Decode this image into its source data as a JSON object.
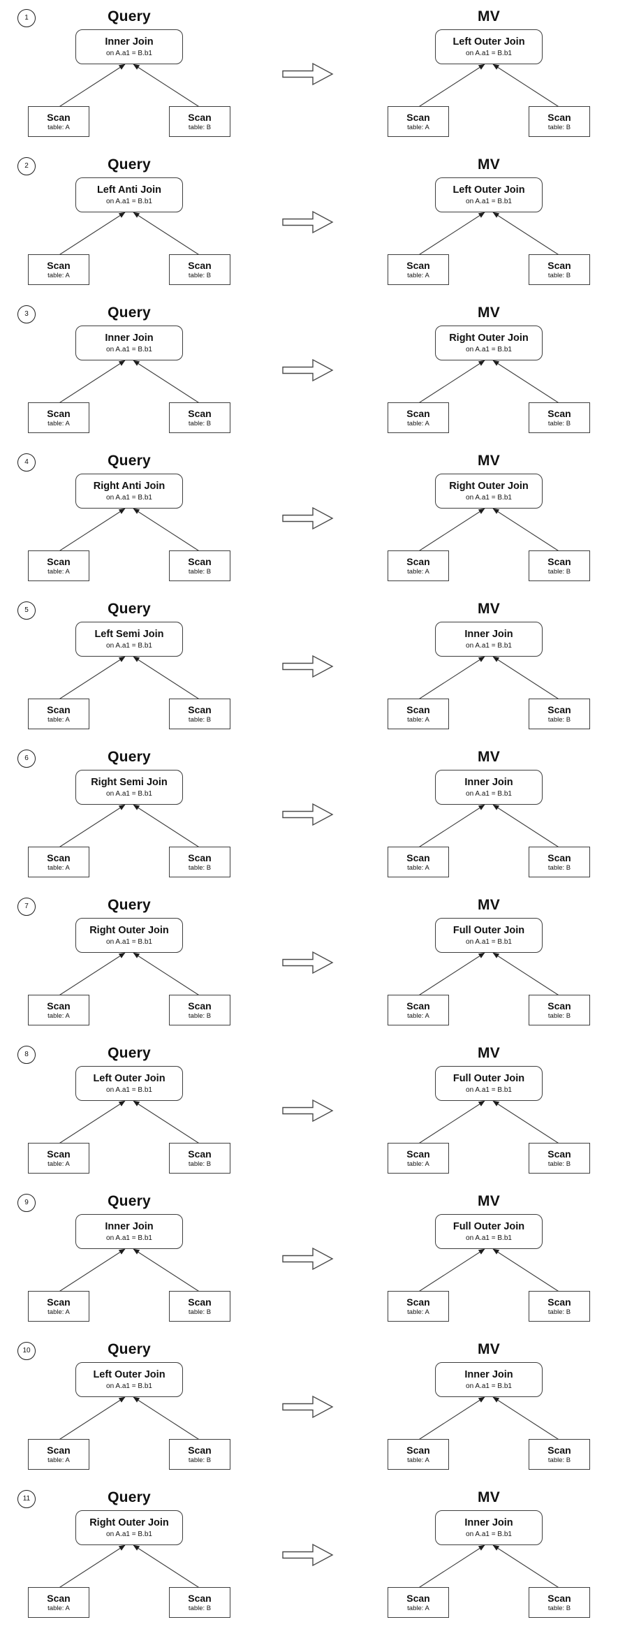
{
  "labels": {
    "query_title": "Query",
    "mv_title": "MV",
    "join_condition": "on A.a1 = B.b1",
    "scan": "Scan",
    "table_a": "table: A",
    "table_b": "table: B"
  },
  "colors": {
    "background": "#ffffff",
    "node_border": "#3d3d3d",
    "text": "#111111"
  },
  "rows": [
    {
      "num": "1",
      "query_join": "Inner Join",
      "mv_join": "Left Outer Join"
    },
    {
      "num": "2",
      "query_join": "Left Anti Join",
      "mv_join": "Left Outer Join"
    },
    {
      "num": "3",
      "query_join": "Inner Join",
      "mv_join": "Right Outer Join"
    },
    {
      "num": "4",
      "query_join": "Right Anti Join",
      "mv_join": "Right Outer Join"
    },
    {
      "num": "5",
      "query_join": "Left Semi Join",
      "mv_join": "Inner Join"
    },
    {
      "num": "6",
      "query_join": "Right Semi Join",
      "mv_join": "Inner Join"
    },
    {
      "num": "7",
      "query_join": "Right Outer Join",
      "mv_join": "Full Outer Join"
    },
    {
      "num": "8",
      "query_join": "Left Outer Join",
      "mv_join": "Full Outer Join"
    },
    {
      "num": "9",
      "query_join": "Inner Join",
      "mv_join": "Full Outer Join"
    },
    {
      "num": "10",
      "query_join": "Left Outer Join",
      "mv_join": "Inner Join"
    },
    {
      "num": "11",
      "query_join": "Right Outer Join",
      "mv_join": "Inner Join"
    }
  ]
}
